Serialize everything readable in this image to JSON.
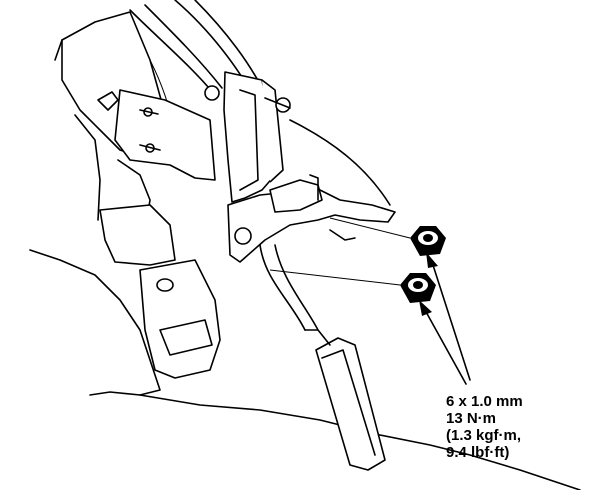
{
  "callout": {
    "lines": [
      "6 x 1.0 mm",
      "13 N·m",
      "(1.3 kgf·m,",
      "9.4 lbf·ft)"
    ]
  },
  "parts": {
    "nuts": [
      "upper-flange-nut",
      "lower-flange-nut"
    ],
    "assembly": "accelerator-pedal-assembly"
  }
}
